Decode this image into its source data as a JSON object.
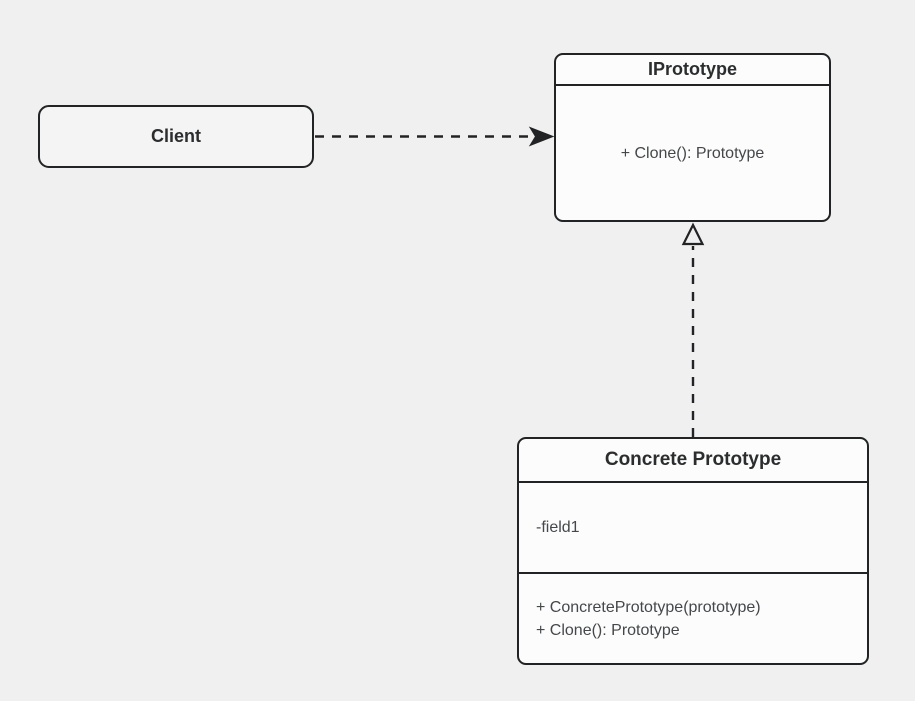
{
  "nodes": {
    "client": {
      "label": "Client"
    },
    "iprototype": {
      "title": "IPrototype",
      "methods": [
        "+ Clone(): Prototype"
      ]
    },
    "concrete_prototype": {
      "title": "Concrete Prototype",
      "fields": [
        "-field1"
      ],
      "methods": [
        "+ ConcretePrototype(prototype)",
        "+ Clone(): Prototype"
      ]
    }
  },
  "edges": [
    {
      "from": "Client",
      "to": "IPrototype",
      "type": "dependency",
      "line_style": "dashed",
      "arrowhead": "filled-arrow"
    },
    {
      "from": "Concrete Prototype",
      "to": "IPrototype",
      "type": "realization",
      "line_style": "dashed",
      "arrowhead": "hollow-triangle"
    }
  ],
  "colors": {
    "bg": "#f0f0f1",
    "node_fill": "#fcfcfc",
    "client_fill": "#f4f4f4",
    "stroke": "#212324",
    "title_color": "#2b2d2e",
    "text_color": "#45484b"
  }
}
